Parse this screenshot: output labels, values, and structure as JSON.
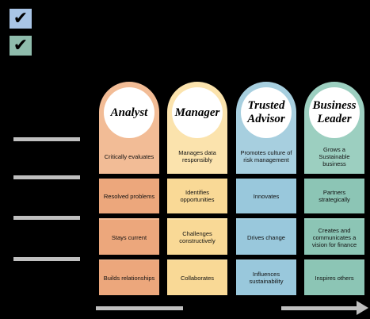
{
  "legend": {
    "check1_color": "#a9c5e6",
    "check2_color": "#8fbcac",
    "check_glyph": "✔"
  },
  "columns": [
    {
      "title": "Analyst",
      "color": "#f2bc96",
      "cell_color": "#eca77c",
      "cells": [
        "Critically evaluates",
        "Resolved problems",
        "Stays current",
        "Builds relationships"
      ]
    },
    {
      "title": "Manager",
      "color": "#fbe3ad",
      "cell_color": "#f9d996",
      "cells": [
        "Manages data responsibly",
        "Identifies opportunities",
        "Challenges constructively",
        "Collaborates"
      ]
    },
    {
      "title": "Trusted Advisor",
      "color": "#a7cfdf",
      "cell_color": "#99c8dc",
      "cells": [
        "Promotes culture of risk management",
        "Innovates",
        "Drives change",
        "Influences sustainability"
      ]
    },
    {
      "title": "Business Leader",
      "color": "#9ccfc0",
      "cell_color": "#8cc5b5",
      "cells": [
        "Grows a Sustainable business",
        "Partners strategically",
        "Creates and communicates a vision for finance",
        "Inspires others"
      ]
    }
  ]
}
